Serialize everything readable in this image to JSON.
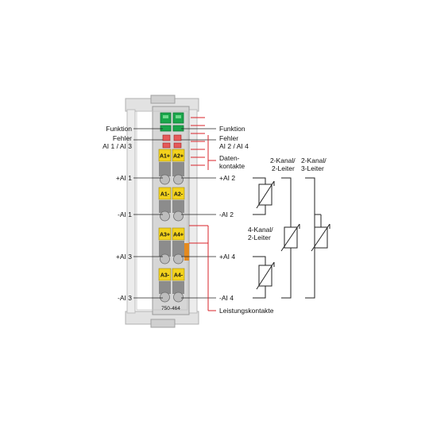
{
  "colors": {
    "module_body": "#d6d6d6",
    "module_outline": "#9a9a9a",
    "led_green": "#1aa64b",
    "terminal_yellow": "#f3d21d",
    "lever_gray": "#8c8c8c",
    "red_lines": "#d8232a",
    "orange_contact": "#e48a1f",
    "wire": "#222222"
  },
  "left_labels": {
    "funktion": "Funktion",
    "fehler_line1": "Fehler",
    "fehler_line2": "AI 1 / AI 3",
    "plus_ai1": "+AI 1",
    "minus_ai1": "-AI 1",
    "plus_ai3": "+AI 3",
    "minus_ai3": "-AI 3"
  },
  "right_labels": {
    "funktion": "Funktion",
    "fehler_line1": "Fehler",
    "fehler_line2": "AI 2 / AI 4",
    "daten_line1": "Daten-",
    "daten_line2": "kontakte",
    "plus_ai2": "+AI 2",
    "minus_ai2": "-AI 2",
    "plus_ai4": "+AI 4",
    "minus_ai4": "-AI 4",
    "leistung": "Leistungskontakte"
  },
  "terminals": {
    "a1p": "A1+",
    "a2p": "A2+",
    "a1m": "A1-",
    "a2m": "A2-",
    "a3p": "A3+",
    "a4p": "A4+",
    "a3m": "A3-",
    "a4m": "A4-"
  },
  "module_label": "750-464",
  "wiring_labels": {
    "two_wire_line1": "2-Kanal/",
    "two_wire_line2": "2-Leiter",
    "three_wire_line1": "2-Kanal/",
    "three_wire_line2": "3-Leiter",
    "four_ch_line1": "4-Kanal/",
    "four_ch_line2": "2-Leiter"
  },
  "icons": [
    "led-indicator-icon",
    "thermistor-symbol-icon",
    "terminal-lever-icon"
  ]
}
